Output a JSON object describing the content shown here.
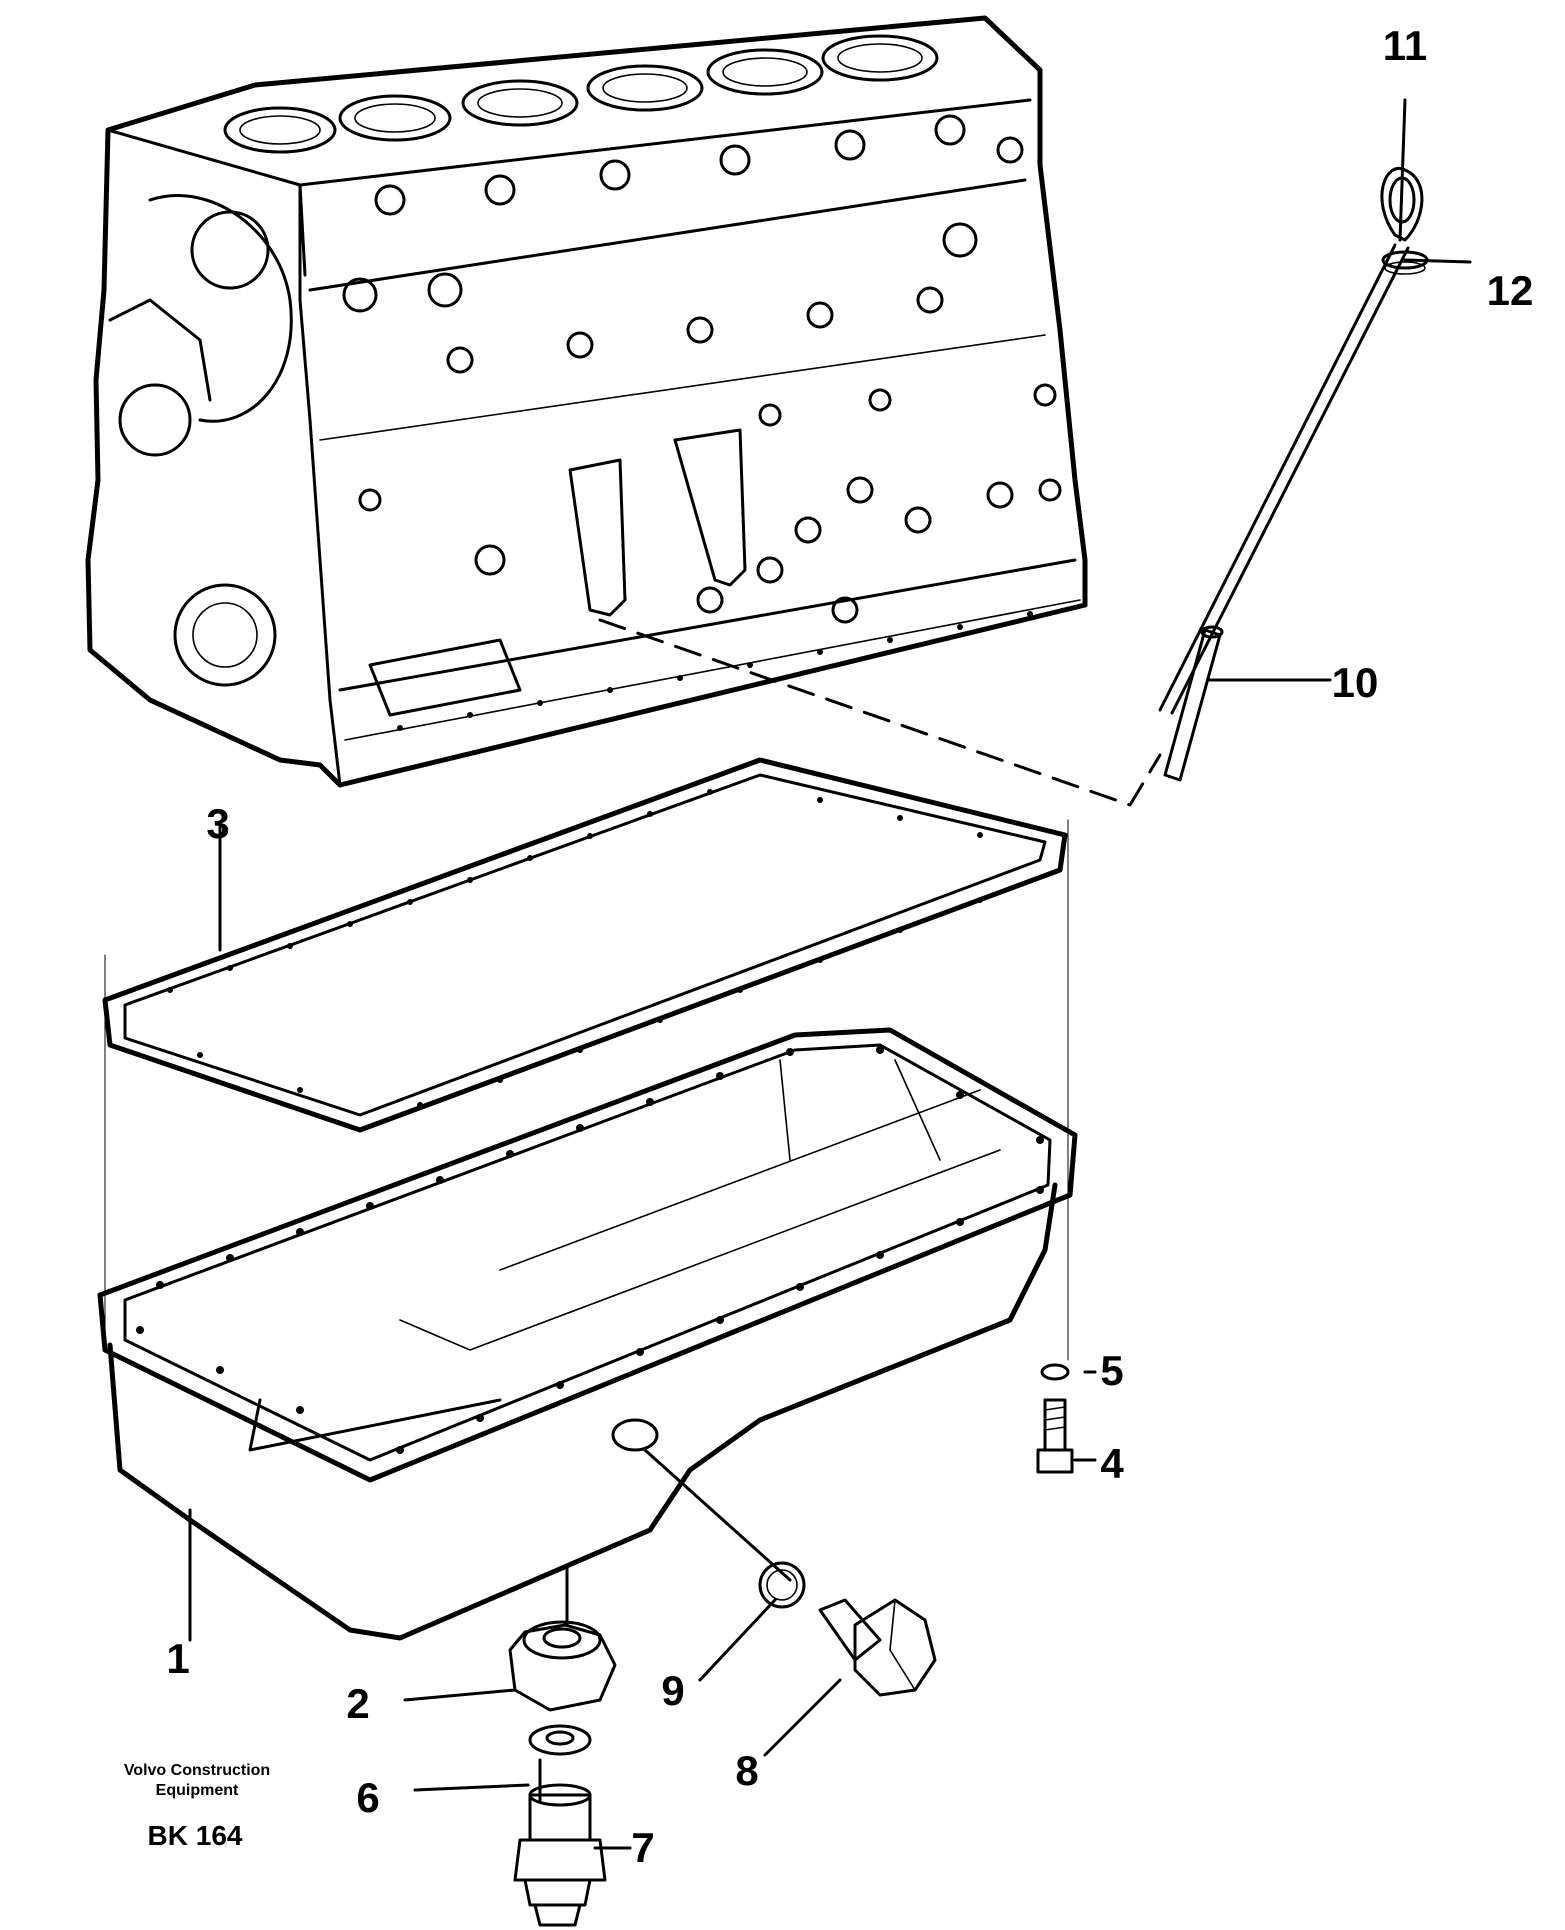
{
  "caption": {
    "manufacturer_line1": "Volvo Construction",
    "manufacturer_line2": "Equipment",
    "code": "BK 164"
  },
  "callouts": [
    {
      "id": "1",
      "label": "1"
    },
    {
      "id": "2",
      "label": "2"
    },
    {
      "id": "3",
      "label": "3"
    },
    {
      "id": "4",
      "label": "4"
    },
    {
      "id": "5",
      "label": "5"
    },
    {
      "id": "6",
      "label": "6"
    },
    {
      "id": "7",
      "label": "7"
    },
    {
      "id": "8",
      "label": "8"
    },
    {
      "id": "9",
      "label": "9"
    },
    {
      "id": "10",
      "label": "10"
    },
    {
      "id": "11",
      "label": "11"
    },
    {
      "id": "12",
      "label": "12"
    }
  ],
  "colors": {
    "ink": "#000000",
    "paper": "#ffffff"
  }
}
